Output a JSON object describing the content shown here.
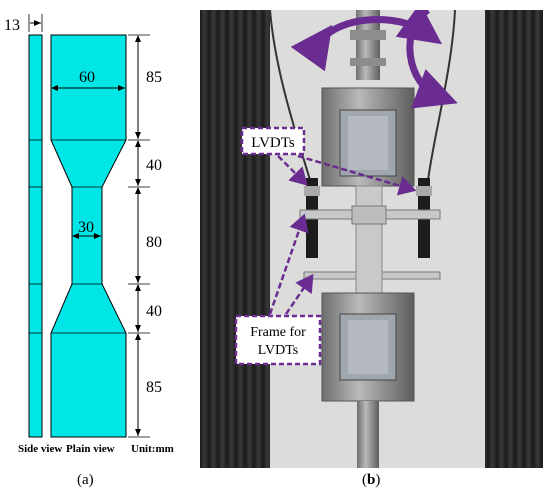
{
  "panel_a": {
    "thickness_label": "13",
    "width_label": "60",
    "neck_width_label": "30",
    "lengths": [
      "85",
      "40",
      "80",
      "40",
      "85"
    ],
    "side_view_label": "Side view",
    "plain_view_label": "Plain view",
    "unit_label": "Unit:mm",
    "caption_letter": "a",
    "specimen_color": "#00e5e5"
  },
  "panel_b": {
    "lvdt_label": "LVDTs",
    "frame_label_line1": "Frame for",
    "frame_label_line2": "LVDTs",
    "annotation_color": "#6a2c91",
    "caption_letter": "b"
  }
}
